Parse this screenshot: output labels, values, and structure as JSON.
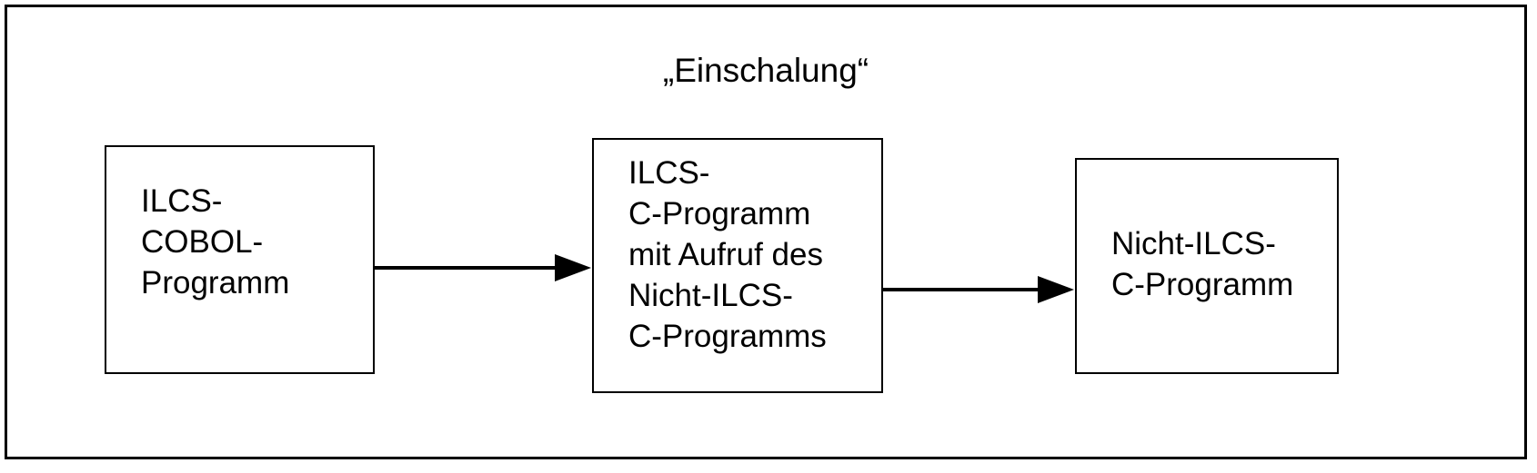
{
  "figure": {
    "title": "„Einschalung“",
    "frame_color": "#000000",
    "background_color": "#ffffff",
    "text_color": "#000000"
  },
  "nodes": [
    {
      "id": "ilcs-cobol-programm",
      "lines": [
        "ILCS-",
        "COBOL-",
        "Programm"
      ]
    },
    {
      "id": "ilcs-c-programm-mit-aufruf",
      "lines": [
        "ILCS-",
        "C-Programm",
        "mit Aufruf des",
        "Nicht-ILCS-",
        "C-Programms"
      ]
    },
    {
      "id": "nicht-ilcs-c-programm",
      "lines": [
        "Nicht-ILCS-",
        "C-Programm"
      ]
    }
  ],
  "arrows": [
    {
      "id": "arrow-left-to-middle",
      "from": "ilcs-cobol-programm",
      "to": "ilcs-c-programm-mit-aufruf",
      "direction": "right"
    },
    {
      "id": "arrow-middle-to-right",
      "from": "ilcs-c-programm-mit-aufruf",
      "to": "nicht-ilcs-c-programm",
      "direction": "right"
    }
  ]
}
